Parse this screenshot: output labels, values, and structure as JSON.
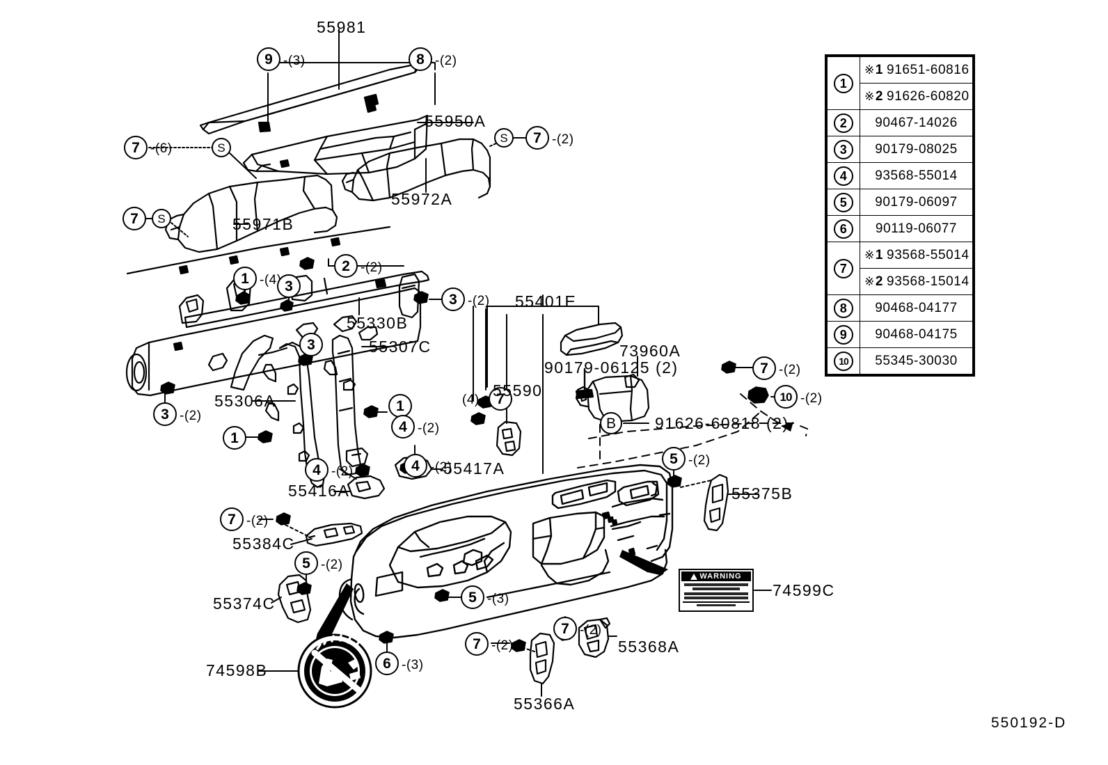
{
  "drawing": {
    "number": "550192-D"
  },
  "reference_table": {
    "rows": [
      {
        "index": "1",
        "parts": [
          {
            "star": "※",
            "starnum": "1",
            "number": "91651-60816"
          },
          {
            "star": "※",
            "starnum": "2",
            "number": "91626-60820"
          }
        ]
      },
      {
        "index": "2",
        "parts": [
          {
            "number": "90467-14026"
          }
        ]
      },
      {
        "index": "3",
        "parts": [
          {
            "number": "90179-08025"
          }
        ]
      },
      {
        "index": "4",
        "parts": [
          {
            "number": "93568-55014"
          }
        ]
      },
      {
        "index": "5",
        "parts": [
          {
            "number": "90179-06097"
          }
        ]
      },
      {
        "index": "6",
        "parts": [
          {
            "number": "90119-06077"
          }
        ]
      },
      {
        "index": "7",
        "parts": [
          {
            "star": "※",
            "starnum": "1",
            "number": "93568-55014"
          },
          {
            "star": "※",
            "starnum": "2",
            "number": "93568-15014"
          }
        ]
      },
      {
        "index": "8",
        "parts": [
          {
            "number": "90468-04177"
          }
        ]
      },
      {
        "index": "9",
        "parts": [
          {
            "number": "90468-04175"
          }
        ]
      },
      {
        "index": "10",
        "parts": [
          {
            "number": "55345-30030"
          }
        ]
      }
    ]
  },
  "part_labels": {
    "p55981": "55981",
    "p55950A": "55950A",
    "p55972A": "55972A",
    "p55971B": "55971B",
    "p55330B": "55330B",
    "p55307C": "55307C",
    "p55306A": "55306A",
    "p55401E": "55401E",
    "p73960A": "73960A",
    "p90179_06125": "90179-06125 (2)",
    "p91626_60818": "91626-60818 (2)",
    "p55590": "55590",
    "p55417A": "55417A",
    "p55416A": "55416A",
    "p55384C": "55384C",
    "p55374C": "55374C",
    "p55375B": "55375B",
    "p55368A": "55368A",
    "p55366A": "55366A",
    "p74599C": "74599C",
    "p74598B": "74598B"
  },
  "callouts": [
    {
      "id": "c9-top",
      "mark": "9",
      "qty": "-(3)"
    },
    {
      "id": "c8-top",
      "mark": "8",
      "qty": "-(2)"
    },
    {
      "id": "c7-six",
      "mark": "7",
      "qty": "-(6)"
    },
    {
      "id": "c7-duct-r",
      "mark": "7",
      "qty": "-(2)"
    },
    {
      "id": "c7-duct-l",
      "mark": "7",
      "qty": ""
    },
    {
      "id": "c2-bar",
      "mark": "2",
      "qty": "-(2)"
    },
    {
      "id": "c1-four",
      "mark": "1",
      "qty": "-(4)"
    },
    {
      "id": "c3-upper",
      "mark": "3",
      "qty": ""
    },
    {
      "id": "c3-right",
      "mark": "3",
      "qty": "-(2)"
    },
    {
      "id": "c3-mid",
      "mark": "3",
      "qty": ""
    },
    {
      "id": "c3-left",
      "mark": "3",
      "qty": "-(2)"
    },
    {
      "id": "c1-55306",
      "mark": "1",
      "qty": ""
    },
    {
      "id": "c1-55307",
      "mark": "1",
      "qty": ""
    },
    {
      "id": "c4-55307",
      "mark": "4",
      "qty": "-(2)"
    },
    {
      "id": "c4-55417",
      "mark": "4",
      "qty": "-(2)"
    },
    {
      "id": "c4-55416",
      "mark": "4",
      "qty": "-(2)"
    },
    {
      "id": "c7-55590",
      "mark": "7",
      "qty": "(4)"
    },
    {
      "id": "c7-right",
      "mark": "7",
      "qty": "-(2)"
    },
    {
      "id": "c10-right",
      "mark": "10",
      "qty": "-(2)"
    },
    {
      "id": "c5-55375",
      "mark": "5",
      "qty": "-(2)"
    },
    {
      "id": "c7-55384",
      "mark": "7",
      "qty": "-(2)"
    },
    {
      "id": "c5-55374",
      "mark": "5",
      "qty": "-(2)"
    },
    {
      "id": "c5-panel",
      "mark": "5",
      "qty": "-(3)"
    },
    {
      "id": "c6-bottom",
      "mark": "6",
      "qty": "-(3)"
    },
    {
      "id": "c7-55366",
      "mark": "7",
      "qty": "-(2)"
    },
    {
      "id": "c7-55368",
      "mark": "7",
      "qty": "-(2)"
    },
    {
      "id": "cB-airbag",
      "mark": "B",
      "qty": ""
    },
    {
      "id": "cS-1",
      "mark": "S",
      "qty": ""
    },
    {
      "id": "cS-2",
      "mark": "S",
      "qty": ""
    },
    {
      "id": "cS-3",
      "mark": "S",
      "qty": ""
    }
  ],
  "warning_decal": {
    "heading": "WARNING",
    "triangle": "warning-triangle-icon"
  },
  "child_seat_decal": {
    "name": "no-rear-facing-child-seat-icon"
  },
  "colors": {
    "line": "#000000",
    "background": "#ffffff"
  }
}
